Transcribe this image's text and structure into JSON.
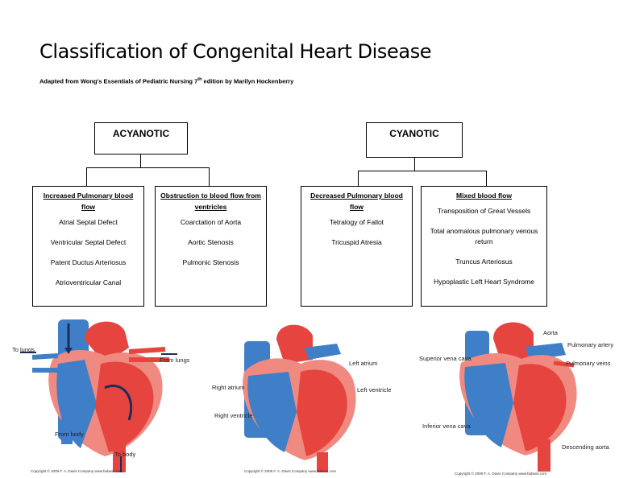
{
  "title": "Classification of Congenital Heart Disease",
  "subtitle": {
    "prefix": "Adapted from Wong's Essentials of Pediatric Nursing 7",
    "sup": "th",
    "suffix": " edition by Marilyn Hockenberry"
  },
  "acyanotic": {
    "label": "ACYANOTIC",
    "categories": [
      {
        "title": "Increased Pulmonary blood flow",
        "items": [
          "Atrial Septal Defect",
          "Ventricular Septal Defect",
          "Patent Ductus Arteriosus",
          "Atrioventricular Canal"
        ]
      },
      {
        "title": "Obstruction to blood flow from ventricles",
        "items": [
          "Coarctation of Aorta",
          "Aortic Stenosis",
          "Pulmonic Stenosis"
        ]
      }
    ]
  },
  "cyanotic": {
    "label": "CYANOTIC",
    "categories": [
      {
        "title": "Decreased Pulmonary blood flow",
        "items": [
          "Tetralogy of Fallot",
          "Tricuspid Atresia"
        ]
      },
      {
        "title": "Mixed blood flow",
        "items": [
          "Transposition of Great Vessels",
          "Total anomalous pulmonary venous return",
          "Truncus Arteriosus",
          "Hypoplastic Left Heart Syndrome"
        ]
      }
    ]
  },
  "hearts": [
    {
      "labels": {
        "to_lungs": "To lungs",
        "from_lungs": "From lungs",
        "from_body": "From body",
        "to_body": "To body"
      },
      "copyright": "Copyright © 2009 F. A. Davis Company      www.fadavis.com"
    },
    {
      "labels": {
        "left_atrium": "Left atrium",
        "right_atrium": "Right atrium",
        "left_ventricle": "Left ventricle",
        "right_ventricle": "Right ventricle"
      },
      "copyright": "Copyright © 2009 F. A. Davis Company      www.fadavis.com"
    },
    {
      "labels": {
        "aorta": "Aorta",
        "pulmonary_artery": "Pulmonary artery",
        "superior_vena_cava": "Superior vena cava",
        "pulmonary_veins": "Pulmonary veins",
        "inferior_vena_cava": "Inferior vena cava",
        "descending_aorta": "Descending aorta"
      },
      "copyright": "Copyright © 2009 F. A. Davis Company      www.fadavis.com"
    }
  ],
  "colors": {
    "oxygenated": "#e5453e",
    "deoxygenated": "#3f7fc7",
    "heart_wall": "#f08a80"
  }
}
